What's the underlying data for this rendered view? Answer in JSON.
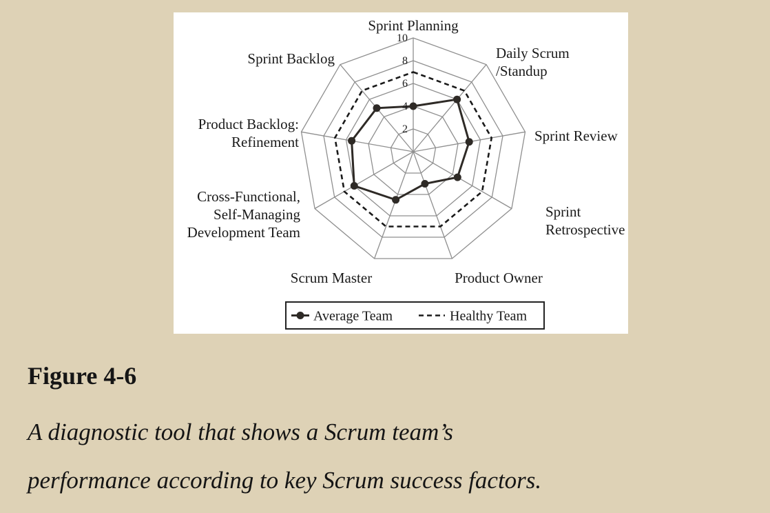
{
  "page": {
    "background_color": "#ded2b6",
    "figure_label": "Figure 4-6",
    "caption_line1": "A diagnostic tool that shows a Scrum team’s",
    "caption_line2": "performance according to key Scrum success factors."
  },
  "chart_data": {
    "type": "radar",
    "categories": [
      "Sprint Planning",
      "Daily Scrum\n/Standup",
      "Sprint Review",
      "Sprint\nRetrospective",
      "Product Owner",
      "Scrum Master",
      "Cross-Functional,\nSelf-Managing\nDevelopment Team",
      "Product Backlog:\nRefinement",
      "Sprint Backlog"
    ],
    "series": [
      {
        "name": "Average Team",
        "style": "solid-dots",
        "values": [
          4,
          6,
          5,
          4.5,
          3,
          4.5,
          6,
          5.5,
          5
        ]
      },
      {
        "name": "Healthy Team",
        "style": "dashed",
        "values": [
          7,
          7,
          7,
          7,
          7,
          7,
          7,
          7,
          7
        ]
      }
    ],
    "scale": {
      "min": 0,
      "max": 10,
      "rings": [
        2,
        4,
        6,
        8,
        10
      ],
      "tick_labels": [
        "2",
        "4",
        "6",
        "8",
        "10"
      ]
    },
    "colors": {
      "grid": "#8f8f8f",
      "average_team": "#2e2a26",
      "healthy_team": "#1a1a1a",
      "panel": "#ffffff"
    },
    "legend_position": "bottom",
    "grid": true
  }
}
